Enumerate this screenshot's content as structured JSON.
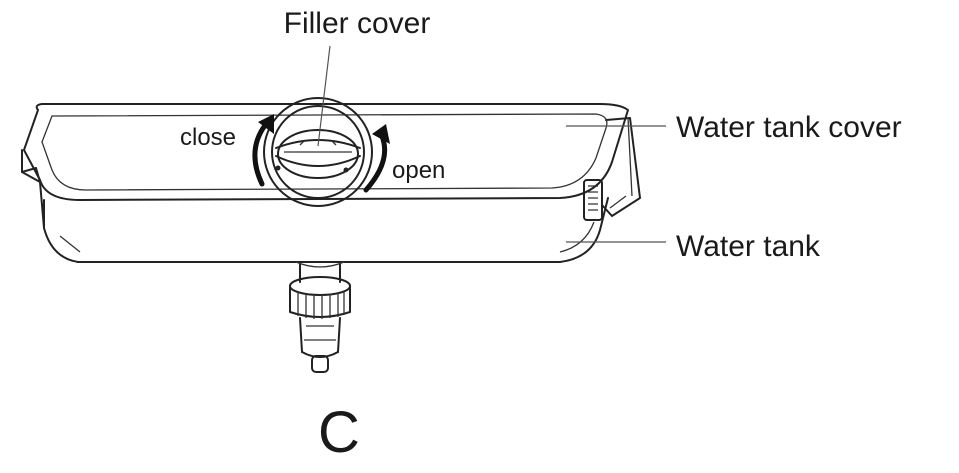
{
  "labels": {
    "filler_cover": "Filler cover",
    "water_tank_cover": "Water tank cover",
    "water_tank": "Water tank",
    "close": "close",
    "open": "open",
    "panel_letter": "C"
  },
  "colors": {
    "line": "#222222",
    "text": "#1a1a1a",
    "background": "#ffffff"
  }
}
